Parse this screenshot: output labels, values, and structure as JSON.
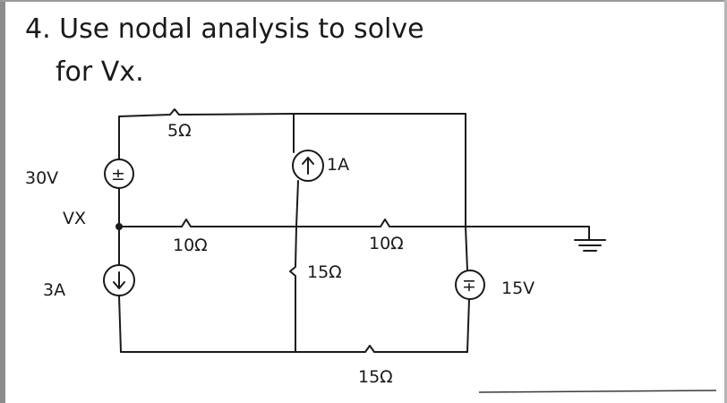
{
  "problem": {
    "line1": "4. Use nodal analysis to solve",
    "line2": "for Vx."
  },
  "labels": {
    "r_top": "5Ω",
    "v_source_left": "30V",
    "v_source_left_symbol": "±",
    "current_source_top": "1A",
    "node": "VX",
    "r_mid_left": "10Ω",
    "r_mid_right": "10Ω",
    "current_source_left": "3A",
    "r_center": "15Ω",
    "v_source_right": "15V",
    "v_source_right_symbol": "∓",
    "r_bottom": "15Ω"
  }
}
